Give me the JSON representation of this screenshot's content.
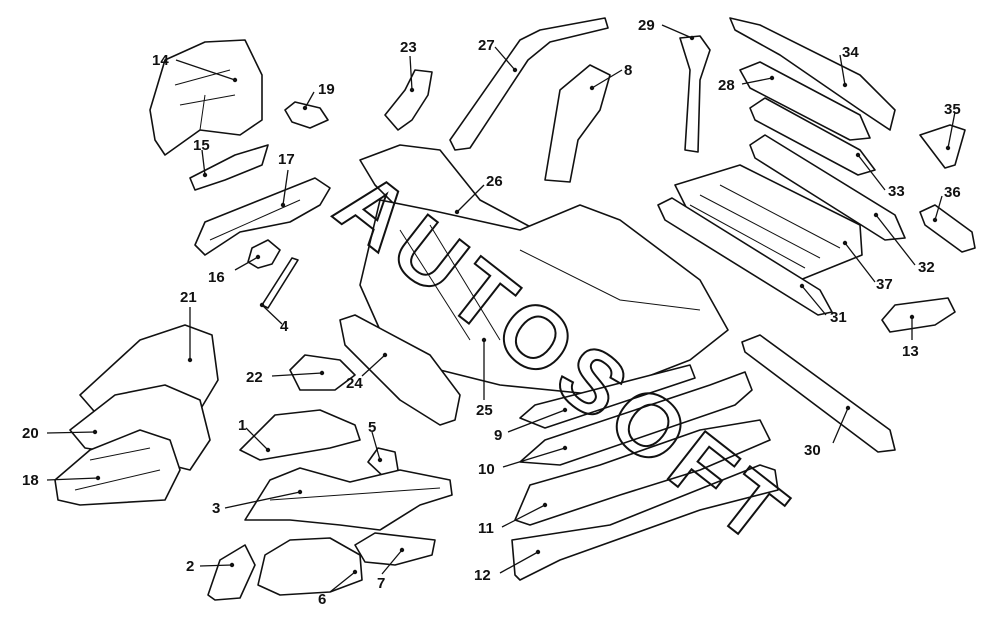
{
  "callouts": [
    {
      "id": "p1",
      "label": "1"
    },
    {
      "id": "p2",
      "label": "2"
    },
    {
      "id": "p3",
      "label": "3"
    },
    {
      "id": "p4",
      "label": "4"
    },
    {
      "id": "p5",
      "label": "5"
    },
    {
      "id": "p6",
      "label": "6"
    },
    {
      "id": "p7",
      "label": "7"
    },
    {
      "id": "p8",
      "label": "8"
    },
    {
      "id": "p9",
      "label": "9"
    },
    {
      "id": "p10",
      "label": "10"
    },
    {
      "id": "p11",
      "label": "11"
    },
    {
      "id": "p12",
      "label": "12"
    },
    {
      "id": "p13",
      "label": "13"
    },
    {
      "id": "p14",
      "label": "14"
    },
    {
      "id": "p15",
      "label": "15"
    },
    {
      "id": "p16",
      "label": "16"
    },
    {
      "id": "p17",
      "label": "17"
    },
    {
      "id": "p18",
      "label": "18"
    },
    {
      "id": "p19",
      "label": "19"
    },
    {
      "id": "p20",
      "label": "20"
    },
    {
      "id": "p21",
      "label": "21"
    },
    {
      "id": "p22",
      "label": "22"
    },
    {
      "id": "p23",
      "label": "23"
    },
    {
      "id": "p24",
      "label": "24"
    },
    {
      "id": "p25",
      "label": "25"
    },
    {
      "id": "p26",
      "label": "26"
    },
    {
      "id": "p27",
      "label": "27"
    },
    {
      "id": "p28",
      "label": "28"
    },
    {
      "id": "p29",
      "label": "29"
    },
    {
      "id": "p30",
      "label": "30"
    },
    {
      "id": "p31",
      "label": "31"
    },
    {
      "id": "p32",
      "label": "32"
    },
    {
      "id": "p33",
      "label": "33"
    },
    {
      "id": "p34",
      "label": "34"
    },
    {
      "id": "p35",
      "label": "35"
    },
    {
      "id": "p36",
      "label": "36"
    },
    {
      "id": "p37",
      "label": "37"
    }
  ],
  "watermark": "AUTOSOFT"
}
